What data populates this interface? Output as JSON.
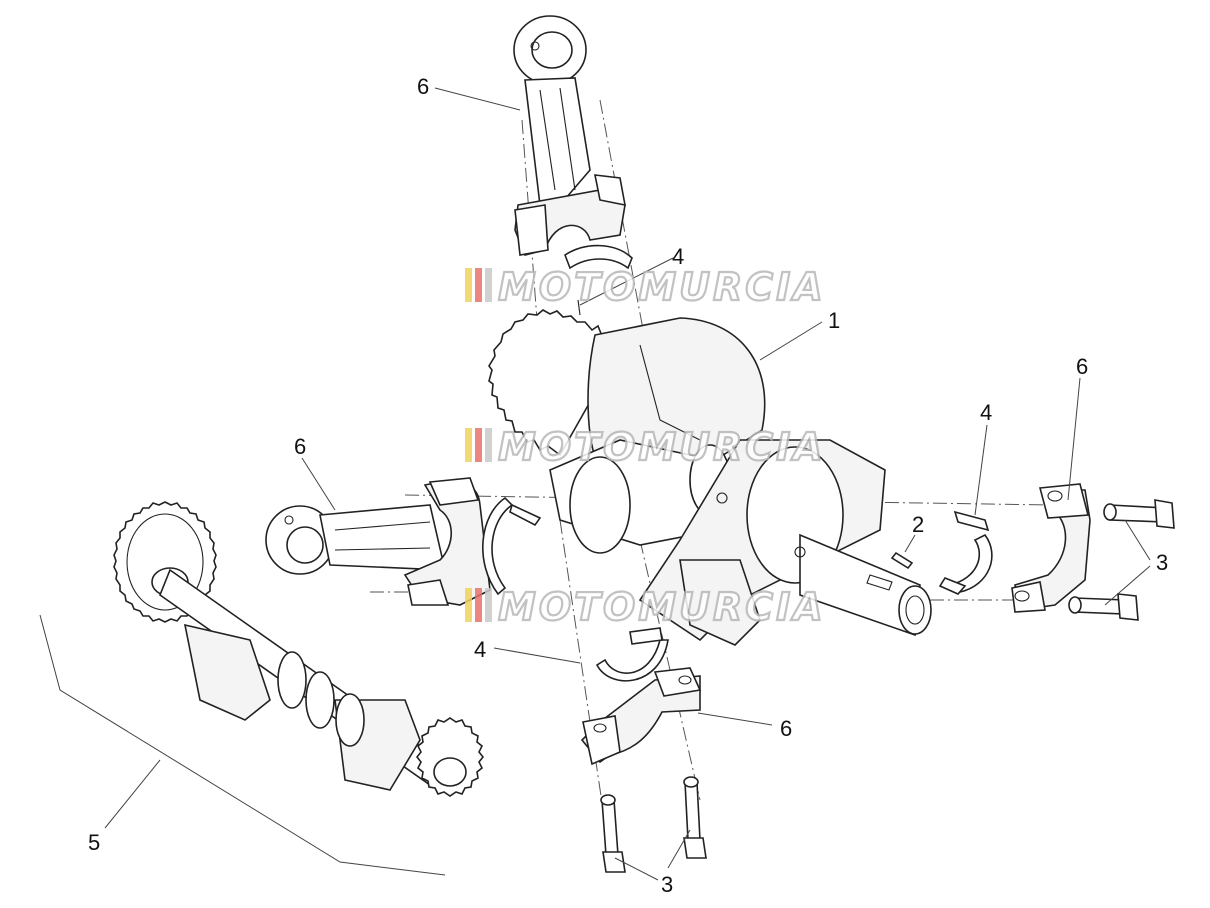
{
  "diagram": {
    "callouts": {
      "conrod_top": "6",
      "bearing_top": "4",
      "crankshaft": "1",
      "conrod_right_cap": "6",
      "bearing_right": "4",
      "conrod_left": "6",
      "key": "2",
      "bolts_right": "3",
      "bearing_bottom": "4",
      "cap_bottom": "6",
      "balance_shaft": "5",
      "bolts_bottom": "3"
    },
    "watermark": {
      "text": "MOTOMURCIA",
      "stripe_colors": [
        "#f2d35b",
        "#e8736b",
        "#c9c9c9"
      ]
    }
  }
}
